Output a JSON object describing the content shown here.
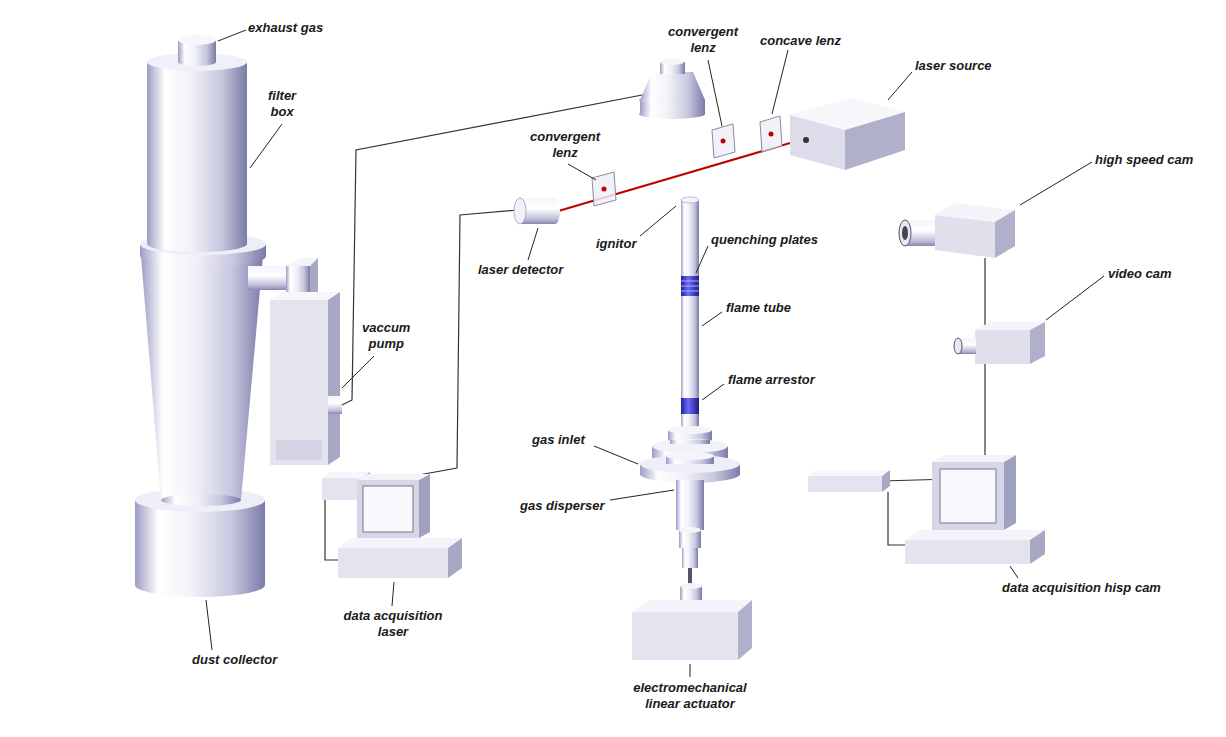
{
  "diagram": {
    "labels": [
      "exhaust gas",
      "filter box",
      "convergent lenz",
      "concave lenz",
      "laser source",
      "convergent lenz",
      "high speed cam",
      "laser detector",
      "ignitor",
      "quenching plates",
      "flame tube",
      "video cam",
      "vaccum pump",
      "flame arrestor",
      "gas inlet",
      "gas disperser",
      "data acquisition laser",
      "dust collector",
      "data acquisition hisp cam",
      "electromechanical linear actuator"
    ]
  }
}
